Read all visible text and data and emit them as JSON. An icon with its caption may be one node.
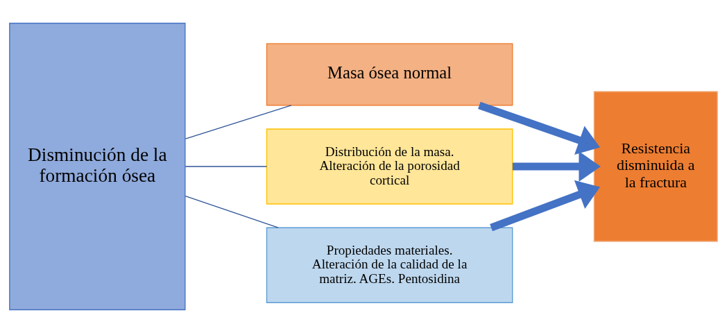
{
  "diagram": {
    "nodes": [
      {
        "text": [
          "Disminución de la formación ósea"
        ]
      },
      {
        "text": [
          "Masa ósea normal"
        ]
      },
      {
        "text": [
          "Distribución de la masa. Alteración de la porosidad cortical"
        ]
      },
      {
        "text": [
          "Propiedades materiales. Alteración de la calidad de la matriz. AGEs. Pentosidina"
        ]
      },
      {
        "text": [
          "Resistencia disminuida a la fractura"
        ]
      }
    ],
    "edges": [
      {
        "from": 0,
        "to": 1,
        "arrow": "none",
        "color": "#2f5597"
      },
      {
        "from": 0,
        "to": 2,
        "arrow": "none",
        "color": "#2f5597"
      },
      {
        "from": 0,
        "to": 3,
        "arrow": "none",
        "color": "#2f5597"
      },
      {
        "from": 1,
        "to": 4,
        "arrow": "to",
        "style": "thick",
        "color": "#4472c4"
      },
      {
        "from": 2,
        "to": 4,
        "arrow": "to",
        "style": "thick",
        "color": "#4472c4"
      },
      {
        "from": 3,
        "to": 4,
        "arrow": "to",
        "style": "thick",
        "color": "#4472c4"
      }
    ]
  }
}
